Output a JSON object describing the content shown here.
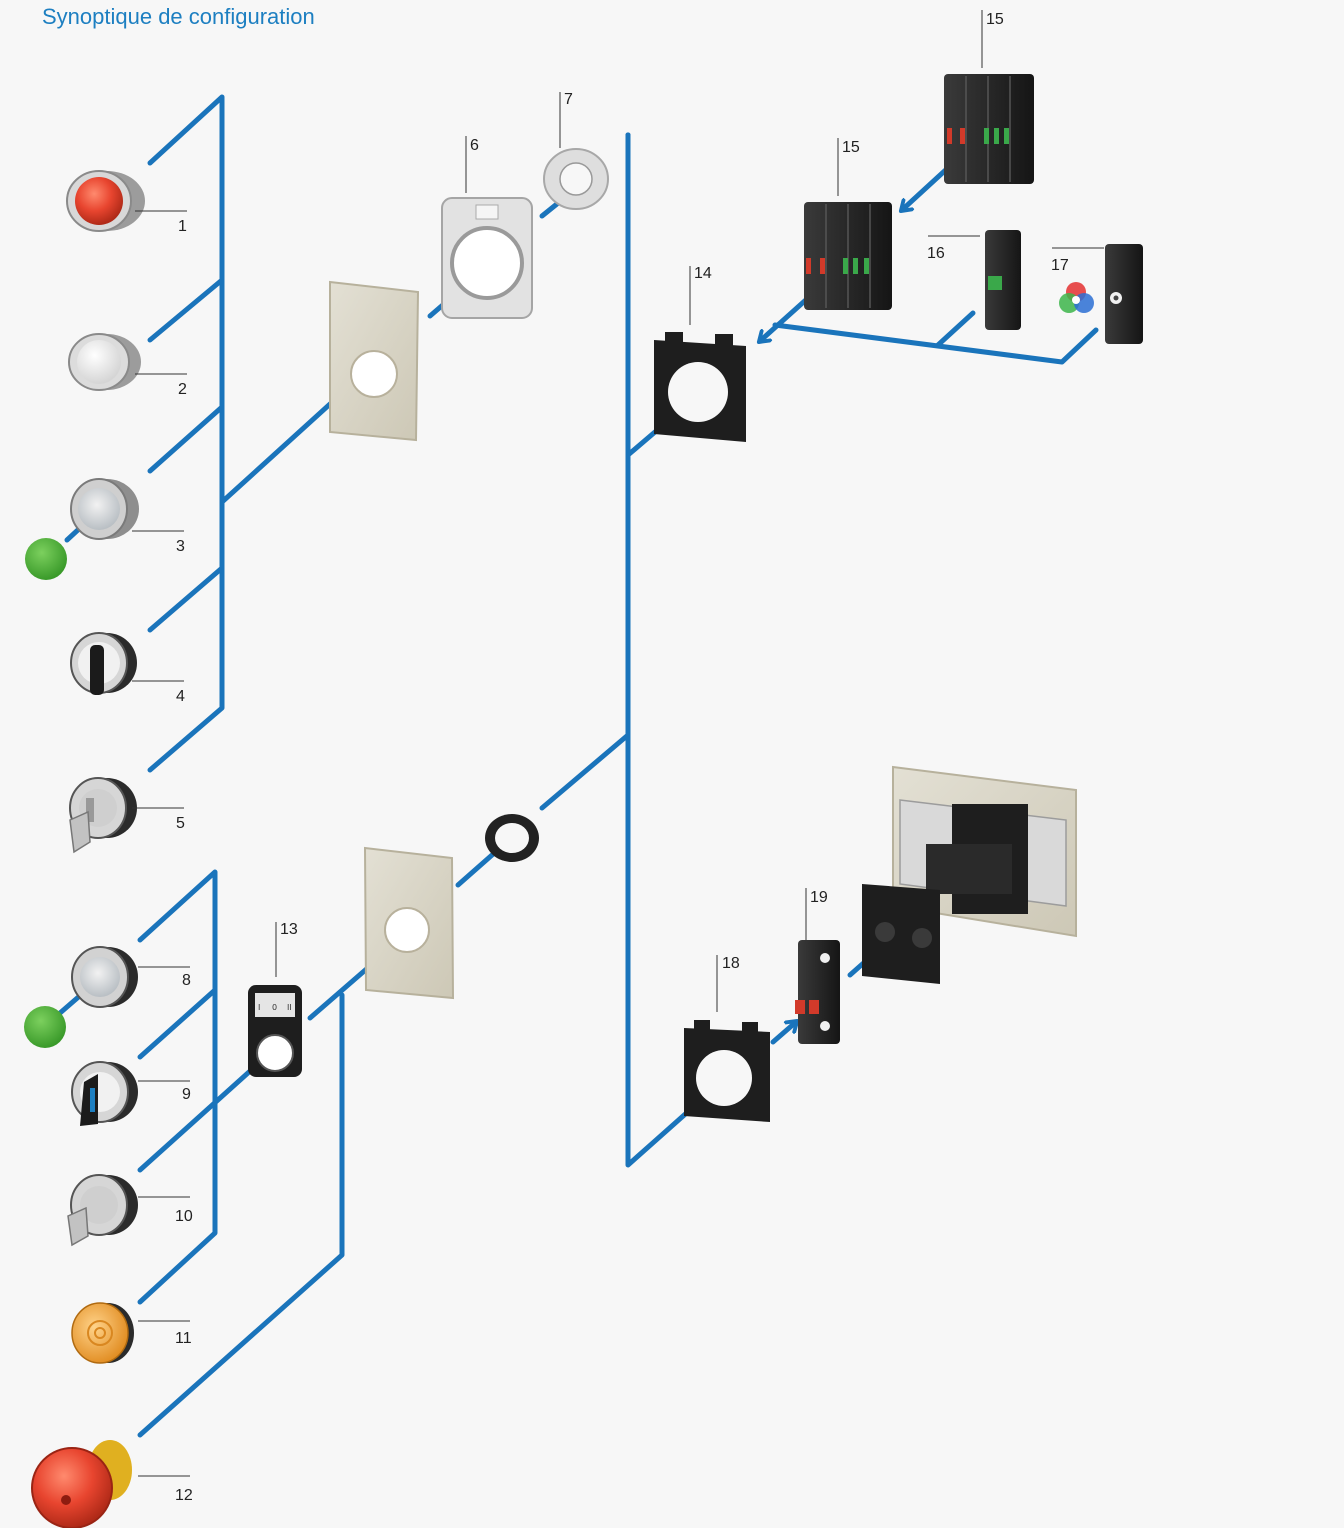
{
  "title": "Synoptique de configuration",
  "colors": {
    "connector": "#1a74bb",
    "title": "#1d7fc1",
    "green_lens": "#4cae3a",
    "red_button": "#e8452f"
  },
  "components": [
    {
      "num": "1",
      "icon": "red-illuminated-pushbutton-icon"
    },
    {
      "num": "2",
      "icon": "white-flush-pushbutton-icon"
    },
    {
      "num": "3",
      "icon": "clear-lens-pushbutton-icon"
    },
    {
      "num": "4",
      "icon": "selector-switch-icon"
    },
    {
      "num": "5",
      "icon": "key-switch-icon"
    },
    {
      "num": "6",
      "icon": "adapter-plate-icon"
    },
    {
      "num": "7",
      "icon": "anti-rotation-ring-icon"
    },
    {
      "num": "8",
      "icon": "clear-lens-pushbutton-icon"
    },
    {
      "num": "9",
      "icon": "selector-switch-icon"
    },
    {
      "num": "10",
      "icon": "key-switch-icon"
    },
    {
      "num": "11",
      "icon": "amber-indicator-light-icon"
    },
    {
      "num": "12",
      "icon": "emergency-stop-mushroom-icon"
    },
    {
      "num": "13",
      "icon": "legend-holder-icon"
    },
    {
      "num": "14",
      "icon": "fixing-adapter-icon"
    },
    {
      "num": "15",
      "icon": "contact-block-stack-icon"
    },
    {
      "num": "15",
      "icon": "contact-block-stack-icon"
    },
    {
      "num": "16",
      "icon": "single-contact-block-icon"
    },
    {
      "num": "17",
      "icon": "led-module-icon"
    },
    {
      "num": "18",
      "icon": "fixing-adapter-icon"
    },
    {
      "num": "19",
      "icon": "rear-contact-block-icon"
    }
  ]
}
